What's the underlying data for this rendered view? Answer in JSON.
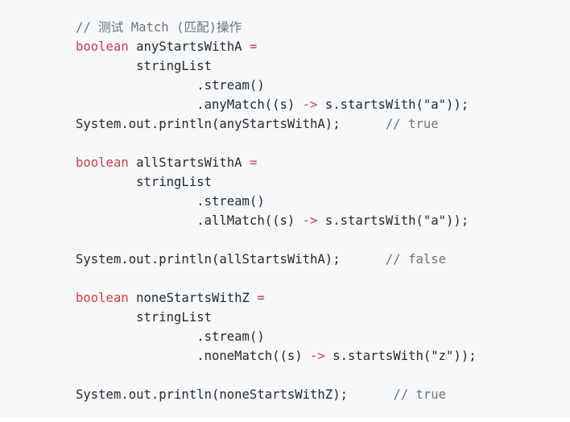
{
  "code": {
    "language": "java",
    "lines": [
      [
        {
          "t": "cm",
          "v": "// 测试 Match (匹配)操作"
        }
      ],
      [
        {
          "t": "kw",
          "v": "boolean"
        },
        {
          "t": "",
          "v": " anyStartsWithA "
        },
        {
          "t": "op",
          "v": "="
        }
      ],
      [
        {
          "t": "",
          "v": "        stringList"
        }
      ],
      [
        {
          "t": "",
          "v": "                .stream()"
        }
      ],
      [
        {
          "t": "",
          "v": "                .anyMatch((s) "
        },
        {
          "t": "op",
          "v": "->"
        },
        {
          "t": "",
          "v": " s.startsWith(\"a\"));"
        }
      ],
      [
        {
          "t": "",
          "v": "System.out.println(anyStartsWithA);      "
        },
        {
          "t": "cm",
          "v": "// true"
        }
      ],
      [],
      [
        {
          "t": "kw",
          "v": "boolean"
        },
        {
          "t": "",
          "v": " allStartsWithA "
        },
        {
          "t": "op",
          "v": "="
        }
      ],
      [
        {
          "t": "",
          "v": "        stringList"
        }
      ],
      [
        {
          "t": "",
          "v": "                .stream()"
        }
      ],
      [
        {
          "t": "",
          "v": "                .allMatch((s) "
        },
        {
          "t": "op",
          "v": "->"
        },
        {
          "t": "",
          "v": " s.startsWith(\"a\"));"
        }
      ],
      [],
      [
        {
          "t": "",
          "v": "System.out.println(allStartsWithA);      "
        },
        {
          "t": "cm",
          "v": "// false"
        }
      ],
      [],
      [
        {
          "t": "kw",
          "v": "boolean"
        },
        {
          "t": "",
          "v": " noneStartsWithZ "
        },
        {
          "t": "op",
          "v": "="
        }
      ],
      [
        {
          "t": "",
          "v": "        stringList"
        }
      ],
      [
        {
          "t": "",
          "v": "                .stream()"
        }
      ],
      [
        {
          "t": "",
          "v": "                .noneMatch((s) "
        },
        {
          "t": "op",
          "v": "->"
        },
        {
          "t": "",
          "v": " s.startsWith(\"z\"));"
        }
      ],
      [],
      [
        {
          "t": "",
          "v": "System.out.println(noneStartsWithZ);      "
        },
        {
          "t": "cm",
          "v": "// true"
        }
      ]
    ]
  },
  "colors": {
    "background": "#f6f8fa",
    "keyword": "#d73a49",
    "comment": "#6a737d",
    "text": "#24292e"
  }
}
